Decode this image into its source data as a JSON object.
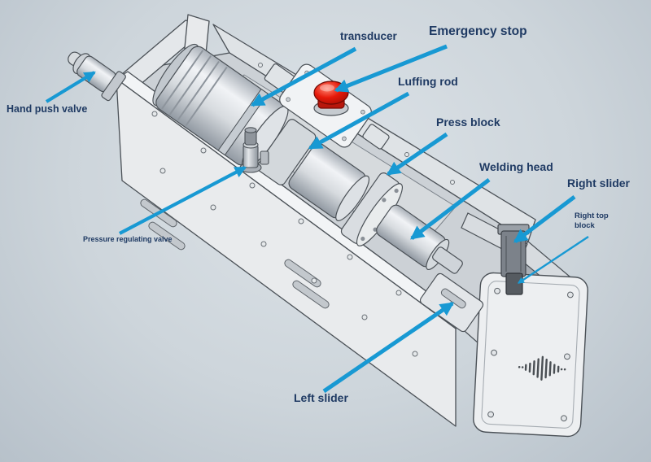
{
  "colors": {
    "arrow": "#1899d3",
    "label": "#1f3a63",
    "estop-red": "#e61a0a",
    "machine-body": "#e9ebed",
    "background": "#cdd5db"
  },
  "labels": {
    "transducer": "transducer",
    "emergency_stop": "Emergency stop",
    "luffing_rod": "Luffing rod",
    "press_block": "Press block",
    "welding_head": "Welding head",
    "right_slider": "Right slider",
    "right_top_block": "Right top block",
    "hand_push_valve": "Hand push valve",
    "pressure_regulating_valve": "Pressure regulating valve",
    "left_slider": "Left slider"
  }
}
